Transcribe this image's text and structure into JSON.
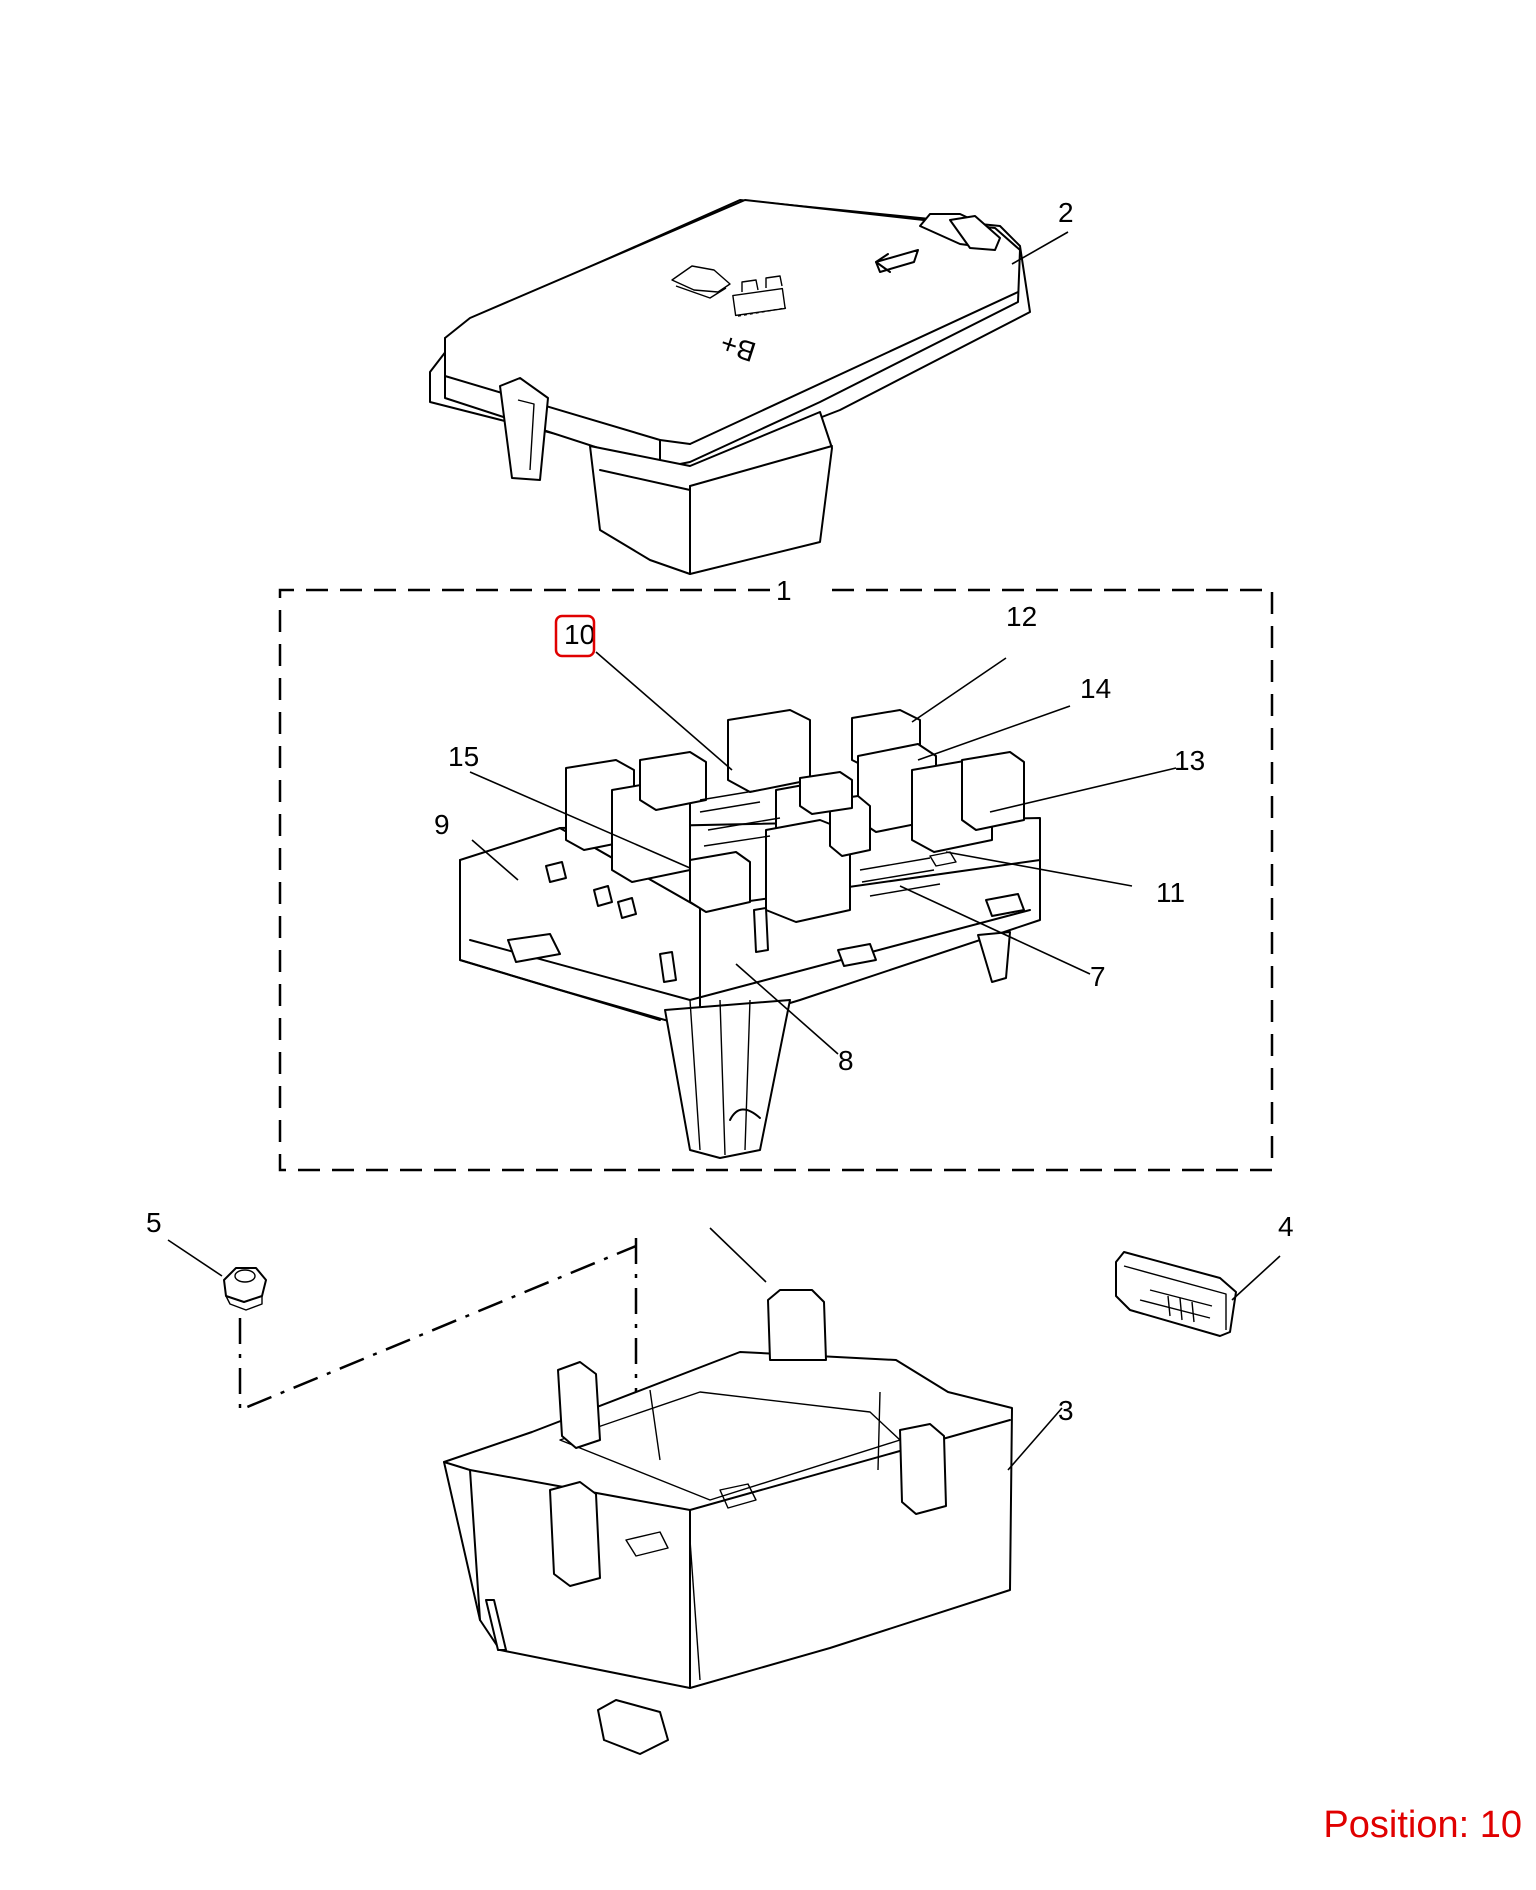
{
  "callouts": {
    "c1": "1",
    "c2": "2",
    "c3": "3",
    "c4": "4",
    "c5": "5",
    "c7": "7",
    "c8": "8",
    "c9": "9",
    "c10": "10",
    "c11": "11",
    "c12": "12",
    "c13": "13",
    "c14": "14",
    "c15": "15"
  },
  "cover_symbol_text": "B+",
  "position_label": "Position: 10",
  "highlight_color": "#e00000"
}
